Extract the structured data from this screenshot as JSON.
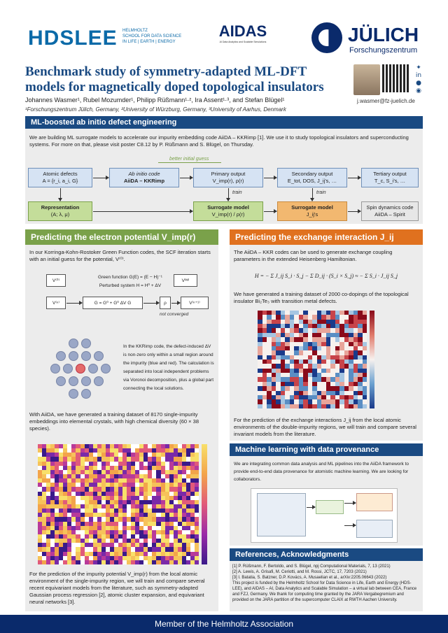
{
  "header": {
    "hds_logo": "HDSLEE",
    "hds_sub": [
      "HELMHOLTZ",
      "SCHOOL FOR DATA SCIENCE",
      "IN LIFE | EARTH | ENERGY"
    ],
    "aidas_logo": "AIDAS",
    "aidas_sub": "AI Data Analytics and Scalable Simulations",
    "julich_logo": "JÜLICH",
    "julich_sub": "Forschungszentrum"
  },
  "title": "Benchmark study of symmetry-adapted ML-DFT models for magnetically doped topological insulators",
  "authors": "Johannes Wasmer¹, Rubel Mozumder¹, Philipp Rüßmann¹·², Ira Assent¹·³, and Stefan Blügel¹",
  "affiliations": "¹Forschungszentrum Jülich, Germany, ²University of Würzburg, Germany, ³University of Aarhus, Denmark",
  "email": "j.wasmer@fz-juelich.de",
  "social_icons": [
    "twitter-icon",
    "linkedin-icon",
    "github-icon",
    "mastodon-icon"
  ],
  "section1": {
    "heading": "ML-boosted ab initio defect engineering",
    "intro": "We are building ML surrogate models to accelerate our impurity embedding code AiiDA – KKRimp [1]. We use it to study topological insulators and superconducting systems. For more on that, please visit poster C8.12 by P. Rüßmann and S. Blügel, on Thursday.",
    "better_guess": "better initial guess",
    "boxes": {
      "atomic": [
        "Atomic defects",
        "A = {r_i, a_i, G}"
      ],
      "abinitio": [
        "Ab initio code",
        "AiiDA – KKRimp"
      ],
      "primary": [
        "Primary output",
        "V_imp(r), ρ(r)"
      ],
      "secondary": [
        "Secondary output",
        "E_tot, DOS, J_ij's, …"
      ],
      "tertiary": [
        "Tertiary output",
        "T_c, S_i's, …"
      ],
      "representation": [
        "Representation",
        "(A; λ, μ)"
      ],
      "surrogate1": [
        "Surrogate model",
        "V_imp(r) / ρ(r)"
      ],
      "surrogate2": [
        "Surrogate model",
        "J_ij's"
      ],
      "spin": [
        "Spin dynamics code",
        "AiiDA – Spirit"
      ]
    },
    "train_label": "train"
  },
  "left": {
    "heading": "Predicting the electron potential V_imp(r)",
    "p1": "In our Korringa-Kohn-Rostoker Green Function codes, the SCF iteration starts with an initial guess for the potential, V⁽⁰⁾.",
    "scf": {
      "v0": "V⁽⁰⁾",
      "green": "Green function G(E) = (E − H)⁻¹",
      "perturbed": "Perturbed system H = H⁰ + ΔV",
      "vm": "V⁽ᴹ⁾",
      "vn": "V⁽ⁿ⁾",
      "dyson": "G = G⁰ + G⁰ ΔV G",
      "rho": "ρ",
      "vn1": "V⁽ⁿ⁺¹⁾",
      "notconv": "not converged"
    },
    "p2": "In the KKRimp code, the defect-induced ΔV is non-zero only within a small region around the impurity (blue and red). The calculation is separated into local independent problems via Voronoi decomposition, plus a global part connecting the local solutions.",
    "p3": "With AiiDA, we have generated a training dataset of 8170 single-impurity embeddings into elemental crystals, with high chemical diversity (60 × 38 species).",
    "p4": "For the prediction of the impurity potential V_imp(r) from the local atomic environment of the single-impurity region, we will train and compare several recent equivariant models from the literature, such as symmetry-adapted Gaussian process regression [2], atomic cluster expansion, and equivariant neural networks [3]."
  },
  "right": {
    "heading": "Predicting the exchange interaction J_ij",
    "p1": "The AiiDA – KKR codes can be used to generate exchange coupling parameters in the extended Heisenberg Hamiltonian.",
    "eq": "H = − Σ J_ij S_i · S_j − Σ D_ij · (S_i × S_j) ≈ − Σ S_i · J_ij S_j",
    "p2": "We have generated a training dataset of 2000 co-dopings of the topological insulator Bi₂Te₃ with transition metal defects.",
    "p3": "For the prediction of the exchange interactions J_ij from the local atomic environments of the double-impurity regions, we will train and compare several invariant models from the literature.",
    "ml_heading": "Machine learning with data provenance",
    "ml_text": "We are integrating common data analysis and ML pipelines into the AiiDA framework to provide end-to-end data provenance for atomistic machine learning. We are looking for collaborators.",
    "refs_heading": "References, Acknowledgments",
    "refs": [
      "[1] P. Rüßmann, F. Bertoldo, and S. Blügel, npj Computational Materials, 7, 13 (2021)",
      "[2] A. Lewis, A. Grisafi, M. Ceriotti, and M. Rossi, JCTC, 17, 7203 (2021)",
      "[3] I. Batatia, S. Batzner, D.P. Kovács, A. Musaelian et al., arXiv:2205.06643 (2022)",
      "This project is funded by the Helmholtz School for Data Science in Life, Earth and Energy (HDS-LEE), and AIDAS – AI, Data Analytics and Scalable Simulation – a virtual lab between CEA, France and FZJ, Germany. We thank for computing time granted by the JARA Vergabegremium and provided on the JARA partition of the supercomputer CLAIX at RWTH Aachen University."
    ]
  },
  "footer": "Member of the Helmholtz Association",
  "colors": {
    "navy": "#1a4a82",
    "green": "#7aa14a",
    "orange": "#e0711f"
  }
}
